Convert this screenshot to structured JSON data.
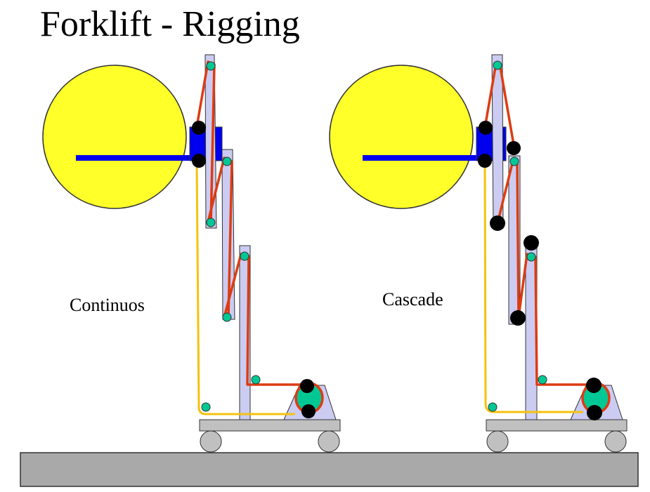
{
  "title": "Forklift - Rigging",
  "diagrams": [
    {
      "label": "Continuos"
    },
    {
      "label": "Cascade"
    }
  ],
  "colors": {
    "load": "#ffff2a",
    "fork": "#0000ee",
    "mast": "#ccccf2",
    "outline": "#333333",
    "chain": "#dd3c12",
    "hose": "#f4c20d",
    "idler_pulley": "#00c895",
    "anchor": "#000000",
    "base": "#c0c0c0",
    "ground": "#a9a9a9"
  }
}
